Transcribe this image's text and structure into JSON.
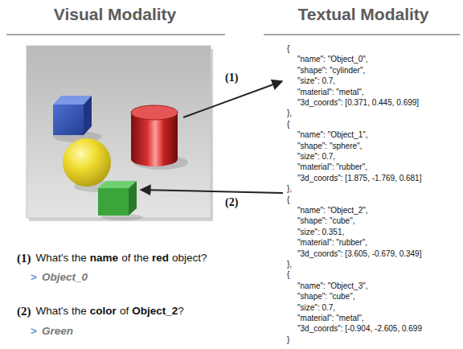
{
  "diagram": {
    "labels": [
      "Visual Modality",
      "Textual Modality",
      "(1)",
      "(2)",
      "{",
      "\"name\": \"Object_0\",",
      "\"shape\": \"cylinder\",",
      "\"size\": 0.7,",
      "\"material\": \"metal\",",
      "\"3d_coords\": [0.371, 0.445, 0.699]",
      "},",
      "{",
      "\"name\": \"Object_1\",",
      "\"shape\": \"sphere\",",
      "\"size\": 0.7,",
      "\"material\": \"rubber\",",
      "\"3d_coords\": [1.875, -1.769, 0.681]",
      "},",
      "{",
      "\"name\": \"Object_2\",",
      "\"shape\": \"cube\",",
      "\"size\": 0.351,",
      "\"material\": \"rubber\",",
      "\"3d_coords\": [3.605, -0.679, 0.349]",
      "},",
      "{",
      "\"name\": \"Object_3\",",
      "\"shape\": \"cube\",",
      "\"size\": 0.7,",
      "\"material\": \"metal\",",
      "\"3d_coords\": [-0.904, -2.605, 0.699",
      "}",
      "(1)",
      "What's the",
      "name",
      "of the",
      "red",
      "object?",
      ">",
      "Object_0",
      "(2)",
      "What's the",
      "color",
      "of",
      "Object_2",
      "?",
      ">",
      "Green"
    ]
  }
}
